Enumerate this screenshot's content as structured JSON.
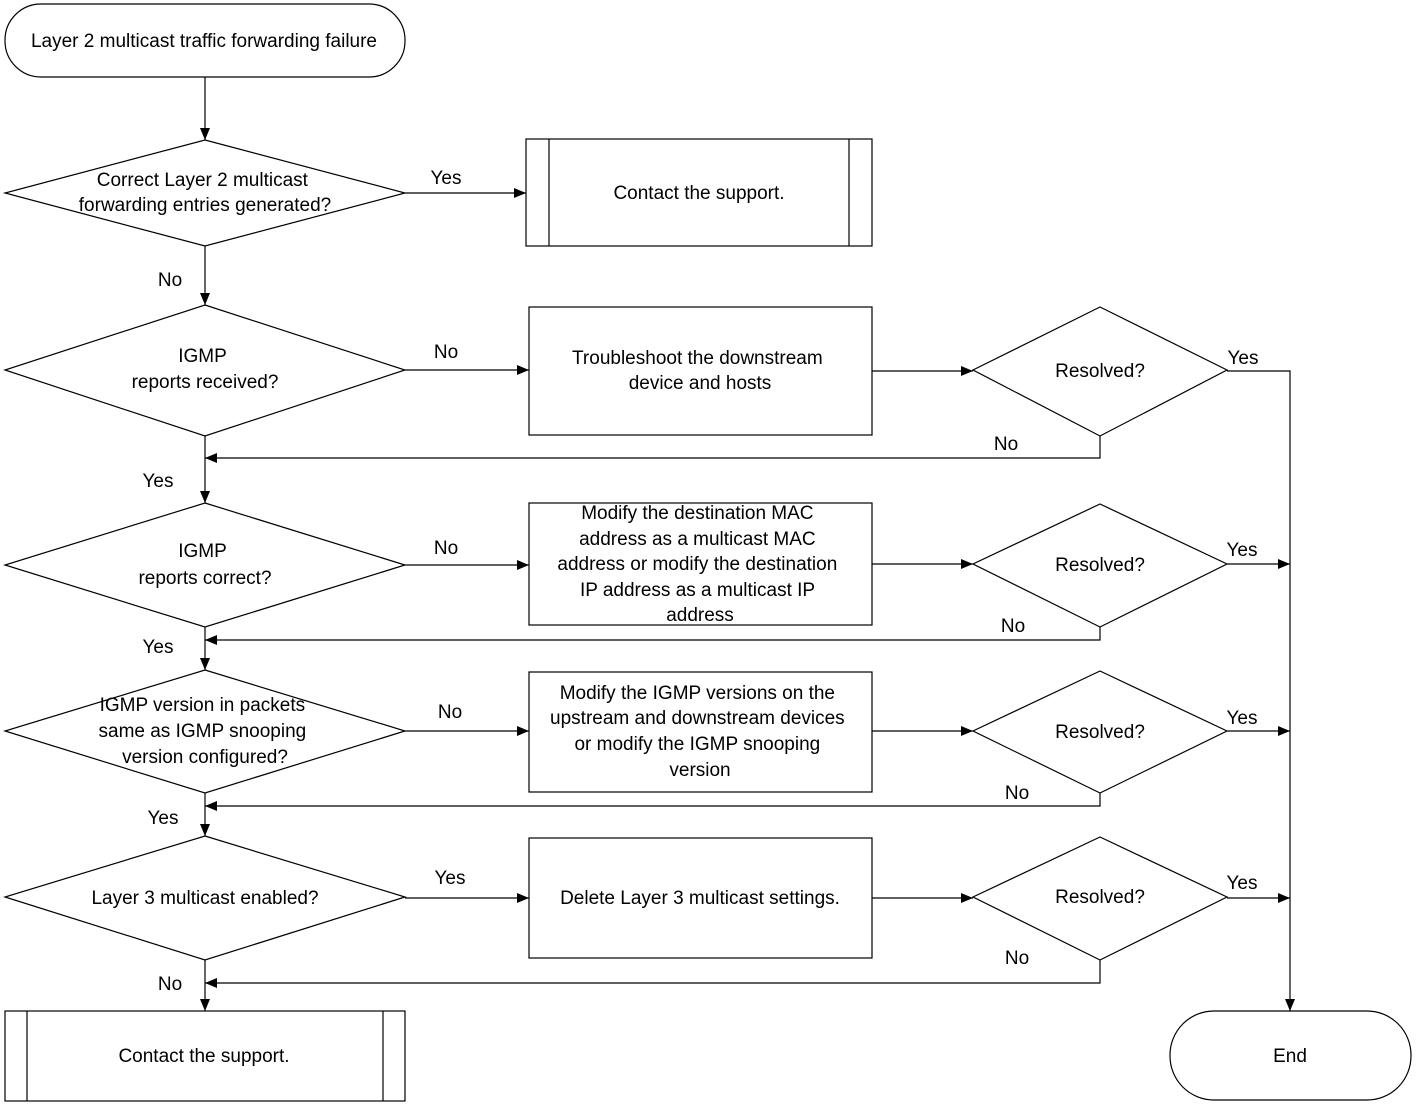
{
  "nodes": {
    "start": "Layer 2 multicast traffic forwarding failure",
    "q_entries": [
      "Correct Layer 2 multicast",
      "forwarding entries generated?"
    ],
    "support_top": "Contact the support.",
    "q_reports_received": [
      "IGMP",
      "reports received?"
    ],
    "troubleshoot_downstream": [
      "Troubleshoot the downstream",
      "device and hosts"
    ],
    "q_reports_correct": [
      "IGMP",
      "reports correct?"
    ],
    "modify_destination": [
      "Modify the destination MAC",
      "address as a multicast MAC",
      "address or modify the destination",
      "IP address as a multicast IP",
      "address"
    ],
    "q_version": [
      "IGMP version in packets",
      "same as IGMP snooping",
      "version configured?"
    ],
    "modify_versions": [
      "Modify the IGMP versions on the",
      "upstream and downstream devices",
      "or modify the IGMP snooping",
      "version"
    ],
    "q_layer3": "Layer 3 multicast enabled?",
    "delete_layer3": "Delete Layer 3 multicast settings.",
    "resolved": "Resolved?",
    "support_bottom": "Contact the support.",
    "end": "End"
  },
  "edge_labels": {
    "entries_yes": "Yes",
    "entries_no": "No",
    "received_no": "No",
    "received_yes": "Yes",
    "resolved1_yes": "Yes",
    "resolved1_no": "No",
    "correct_no": "No",
    "correct_yes": "Yes",
    "resolved2_yes": "Yes",
    "resolved2_no": "No",
    "version_no": "No",
    "version_yes": "Yes",
    "resolved3_yes": "Yes",
    "resolved3_no": "No",
    "layer3_yes": "Yes",
    "layer3_no": "No",
    "resolved4_yes": "Yes",
    "resolved4_no": "No"
  }
}
